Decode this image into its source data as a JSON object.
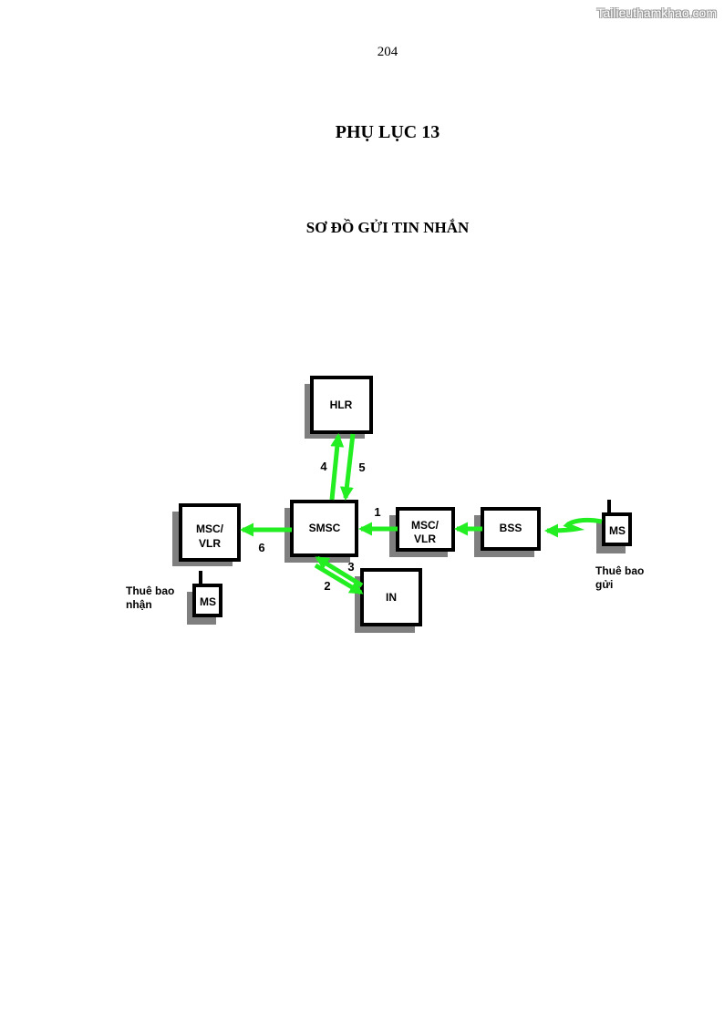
{
  "watermark": "Tailieuthamkhao.com",
  "page_number": "204",
  "appendix_title": "PHỤ LỤC 13",
  "diagram_title": "SƠ ĐỒ GỬI TIN NHẮN",
  "nodes": {
    "hlr": "HLR",
    "smsc": "SMSC",
    "msc_vlr_left": [
      "MSC/",
      "VLR"
    ],
    "msc_vlr_right": [
      "MSC/",
      "VLR"
    ],
    "bss": "BSS",
    "in": "IN",
    "ms_sender": "MS",
    "ms_receiver": "MS"
  },
  "edge_labels": {
    "e1": "1",
    "e2": "2",
    "e3": "3",
    "e4": "4",
    "e5": "5",
    "e6": "6"
  },
  "captions": {
    "receiver": [
      "Thuê bao",
      "nhận"
    ],
    "sender": [
      "Thuê bao",
      "gửi"
    ]
  },
  "colors": {
    "arrow": "#22ee22",
    "shadow": "#7f7f7f",
    "border": "#000000"
  }
}
